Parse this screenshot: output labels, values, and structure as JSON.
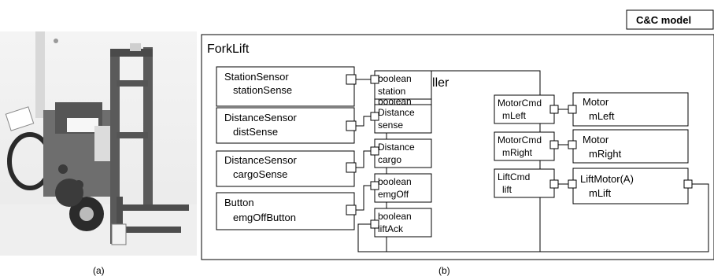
{
  "tag": "C&C model",
  "figure_a": {
    "caption": "(a)"
  },
  "figure_b": {
    "caption": "(b)",
    "outer_title": "ForkLift",
    "controller": {
      "title": "Controller",
      "in_ports": [
        {
          "line1": "boolean",
          "line2": "station"
        },
        {
          "line1": "Distance",
          "line2": "sense"
        },
        {
          "line1": "Distance",
          "line2": "cargo"
        },
        {
          "line1": "boolean",
          "line2": "emgOff"
        },
        {
          "line1": "boolean",
          "line2": "liftAck"
        }
      ],
      "out_ports": [
        {
          "line1": "MotorCmd",
          "line2": "mLeft"
        },
        {
          "line1": "MotorCmd",
          "line2": "mRight"
        },
        {
          "line1": "LiftCmd",
          "line2": "lift"
        }
      ]
    },
    "sensors": [
      {
        "line1": "StationSensor",
        "line2": "stationSense"
      },
      {
        "line1": "DistanceSensor",
        "line2": "distSense"
      },
      {
        "line1": "DistanceSensor",
        "line2": "cargoSense"
      },
      {
        "line1": "Button",
        "line2": "emgOffButton"
      }
    ],
    "actuators": [
      {
        "line1": "Motor",
        "line2": "mLeft"
      },
      {
        "line1": "Motor",
        "line2": "mRight"
      },
      {
        "line1": "LiftMotor(A)",
        "line2": "mLift"
      }
    ]
  }
}
